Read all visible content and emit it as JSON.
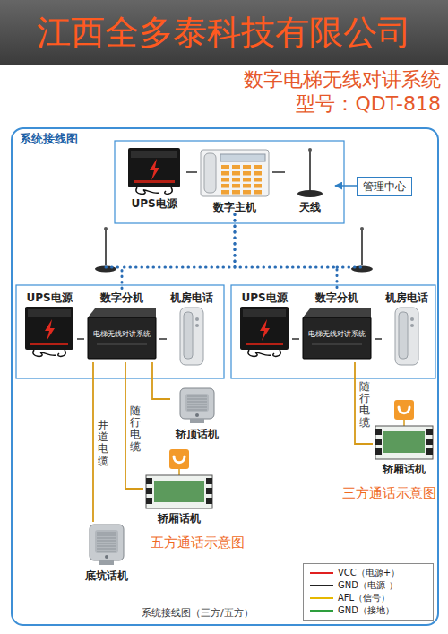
{
  "diagram": {
    "title": "江西全多泰科技有限公司",
    "caption": "系统接线图（三方/五方）",
    "nodes": [
      {
        "text": [
          "系统接线图"
        ]
      },
      {
        "text": [
          "UPS电源"
        ],
        "in": 0
      },
      {
        "text": [
          "数字主机"
        ],
        "in": 0
      },
      {
        "text": [
          "天线"
        ],
        "in": 0
      },
      {
        "text": [
          "管理中心"
        ],
        "in": 0
      },
      {
        "text": [
          "UPS电源"
        ],
        "in": 0
      },
      {
        "text": [
          "数字分机",
          "电梯无线对讲系统"
        ],
        "in": 0
      },
      {
        "text": [
          "机房电话"
        ],
        "in": 0
      },
      {
        "text": [
          "UPS电源"
        ],
        "in": 0
      },
      {
        "text": [
          "数字分机",
          "电梯无线对讲系统"
        ],
        "in": 0
      },
      {
        "text": [
          "机房电话"
        ],
        "in": 0
      },
      {
        "text": [
          "轿顶话机"
        ],
        "in": 0
      },
      {
        "text": [
          "轿厢话机"
        ],
        "in": 0
      },
      {
        "text": [
          "底坑话机"
        ],
        "in": 0
      },
      {
        "text": [
          "轿厢话机"
        ],
        "in": 0
      }
    ],
    "edges": [
      {
        "from": 1,
        "to": 2,
        "arrow": "none"
      },
      {
        "from": 2,
        "to": 3,
        "arrow": "none"
      },
      {
        "from": 4,
        "to": 3,
        "arrow": "to"
      },
      {
        "from": 2,
        "to": 6,
        "arrow": "none"
      },
      {
        "from": 2,
        "to": 9,
        "arrow": "none"
      },
      {
        "from": 5,
        "to": 6,
        "arrow": "none"
      },
      {
        "from": 6,
        "to": 7,
        "arrow": "none"
      },
      {
        "from": 8,
        "to": 9,
        "arrow": "none"
      },
      {
        "from": 9,
        "to": 10,
        "arrow": "none"
      },
      {
        "from": 6,
        "to": 11,
        "arrow": "none"
      },
      {
        "from": 6,
        "to": 12,
        "label": "随行电缆",
        "arrow": "none"
      },
      {
        "from": 6,
        "to": 13,
        "label": "井道电缆",
        "arrow": "none"
      },
      {
        "from": 9,
        "to": 14,
        "label": "随行电缆",
        "arrow": "none"
      }
    ],
    "labels": [
      "数字电梯无线对讲系统",
      "型号：QDT-818",
      "五方通话示意图",
      "三方通话示意图"
    ],
    "legend": [
      {
        "text": "VCC（电源+）",
        "color": "#e02020"
      },
      {
        "text": "GND（电源-）",
        "color": "#222222"
      },
      {
        "text": "AFL（信号）",
        "color": "#e6b800"
      },
      {
        "text": "GND（接地）",
        "color": "#2e9e3e"
      }
    ]
  }
}
